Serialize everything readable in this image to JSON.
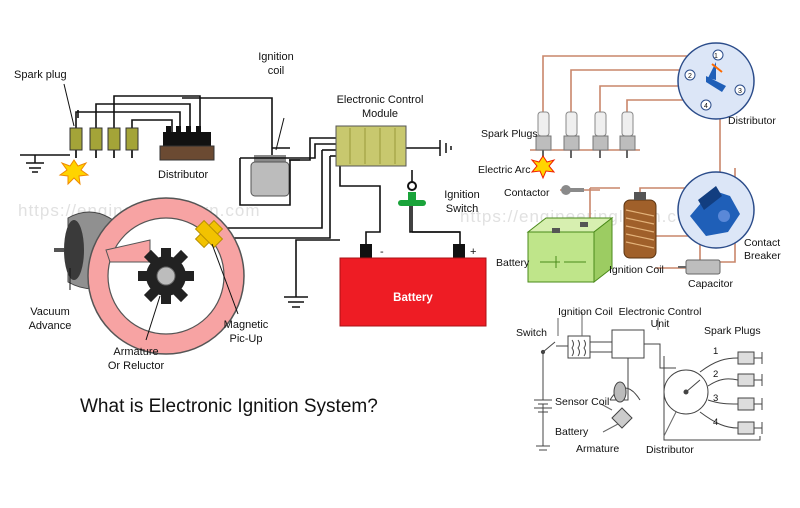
{
  "watermark": "https://engineeringlearn.com",
  "title": "What is Electronic Ignition System?",
  "left_diagram": {
    "spark_plug": "Spark plug",
    "ignition_coil_1": "Ignition",
    "ignition_coil_2": "coil",
    "ecm_1": "Electronic Control",
    "ecm_2": "Module",
    "distributor": "Distributor",
    "ignition_switch_1": "Ignition",
    "ignition_switch_2": "Switch",
    "vacuum_1": "Vacuum",
    "vacuum_2": "Advance",
    "armature_1": "Armature",
    "armature_2": "Or Reluctor",
    "pickup_1": "Magnetic",
    "pickup_2": "Pic-Up",
    "battery": "Battery",
    "minus": "-",
    "plus": "+"
  },
  "top_right_diagram": {
    "spark_plugs": "Spark Plugs",
    "electric_arc": "Electric Arc",
    "distributor": "Distributor",
    "contactor": "Contactor",
    "battery": "Battery",
    "ignition_coil": "Ignition Coil",
    "capacitor": "Capacitor",
    "contact_breaker_1": "Contact",
    "contact_breaker_2": "Breaker",
    "terminals": [
      "1",
      "2",
      "3",
      "4"
    ]
  },
  "bottom_right_diagram": {
    "ignition_coil": "Ignition Coil",
    "ecu_1": "Electronic Control",
    "ecu_2": "Unit",
    "switch": "Switch",
    "spark_plugs": "Spark Plugs",
    "sensor_coil": "Sensor Coil",
    "battery": "Battery",
    "armature": "Armature",
    "distributor": "Distributor",
    "plug_numbers": [
      "1",
      "2",
      "3",
      "4"
    ]
  },
  "colors": {
    "battery_red": "#ee1c24",
    "wire_copper": "#c9866a",
    "coil_yellow": "#f2c200",
    "ecm_olive": "#c8c86e",
    "distributor_blue": "#1f5fb8"
  }
}
